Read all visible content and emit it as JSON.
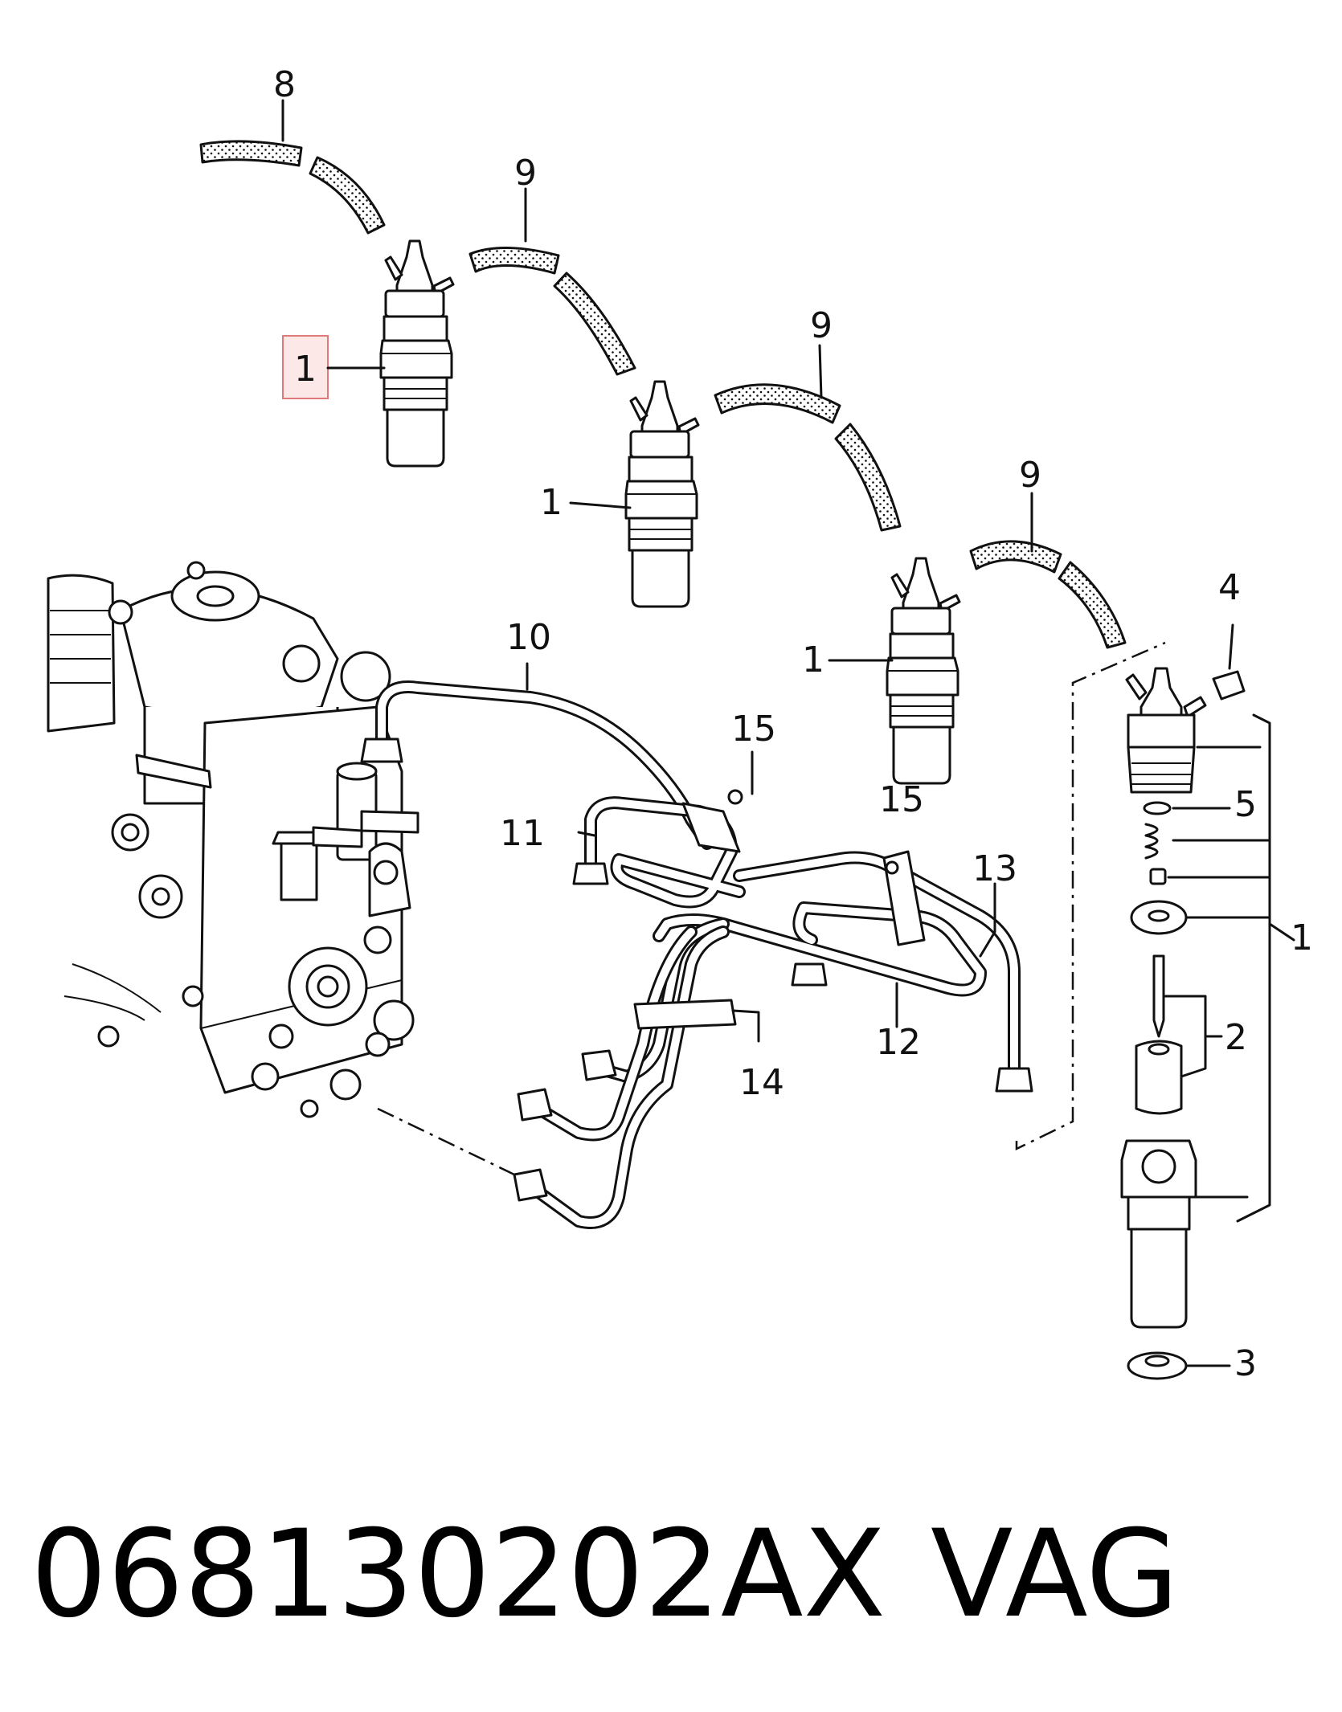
{
  "callouts": {
    "c8": "8",
    "c9a": "9",
    "c9b": "9",
    "c9c": "9",
    "c1a": "1",
    "c1b": "1",
    "c1c": "1",
    "c1d": "1",
    "c4": "4",
    "c5": "5",
    "c2": "2",
    "c3": "3",
    "c10": "10",
    "c11": "11",
    "c12": "12",
    "c13": "13",
    "c14": "14",
    "c15a": "15",
    "c15b": "15"
  },
  "highlight_color": "#e07a7a",
  "footer": {
    "part_number": "068130202AX",
    "brand": "VAG"
  }
}
